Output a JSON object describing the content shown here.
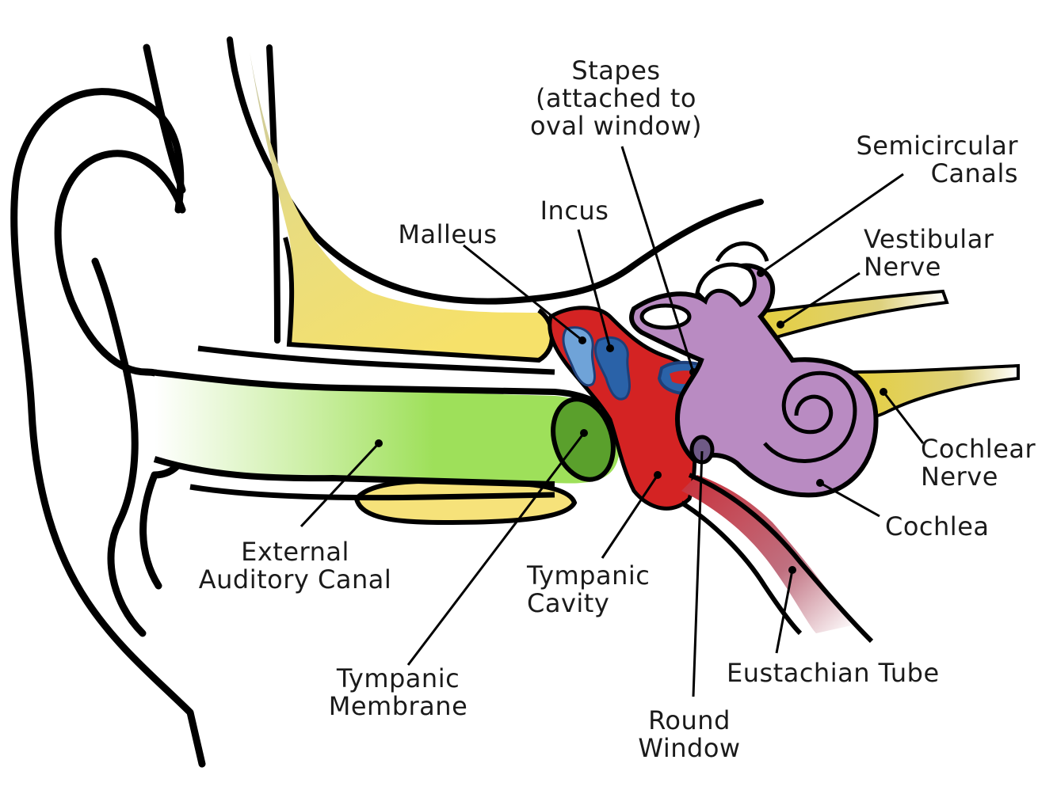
{
  "labels": {
    "stapes": "Stapes\n(attached to\noval window)",
    "semicircular": "Semicircular\nCanals",
    "incus": "Incus",
    "malleus": "Malleus",
    "vestibular": "Vestibular\nNerve",
    "cochlear_nerve": "Cochlear\nNerve",
    "cochlea": "Cochlea",
    "external": "External\nAuditory Canal",
    "tympanic_cavity": "Tympanic\nCavity",
    "tympanic_membrane": "Tympanic\nMembrane",
    "eustachian": "Eustachian Tube",
    "round_window": "Round\nWindow"
  },
  "colors": {
    "outline": "#000000",
    "canal": "#9ee05a",
    "membrane": "#5aa02c",
    "bone": "#f2e06a",
    "middle_ear": "#d42323",
    "ossicles_light": "#6fa3d8",
    "ossicles_dark": "#2a62a8",
    "inner_ear": "#b98bc2",
    "nerve": "#e6cf3a",
    "tube": "#c0343a"
  }
}
